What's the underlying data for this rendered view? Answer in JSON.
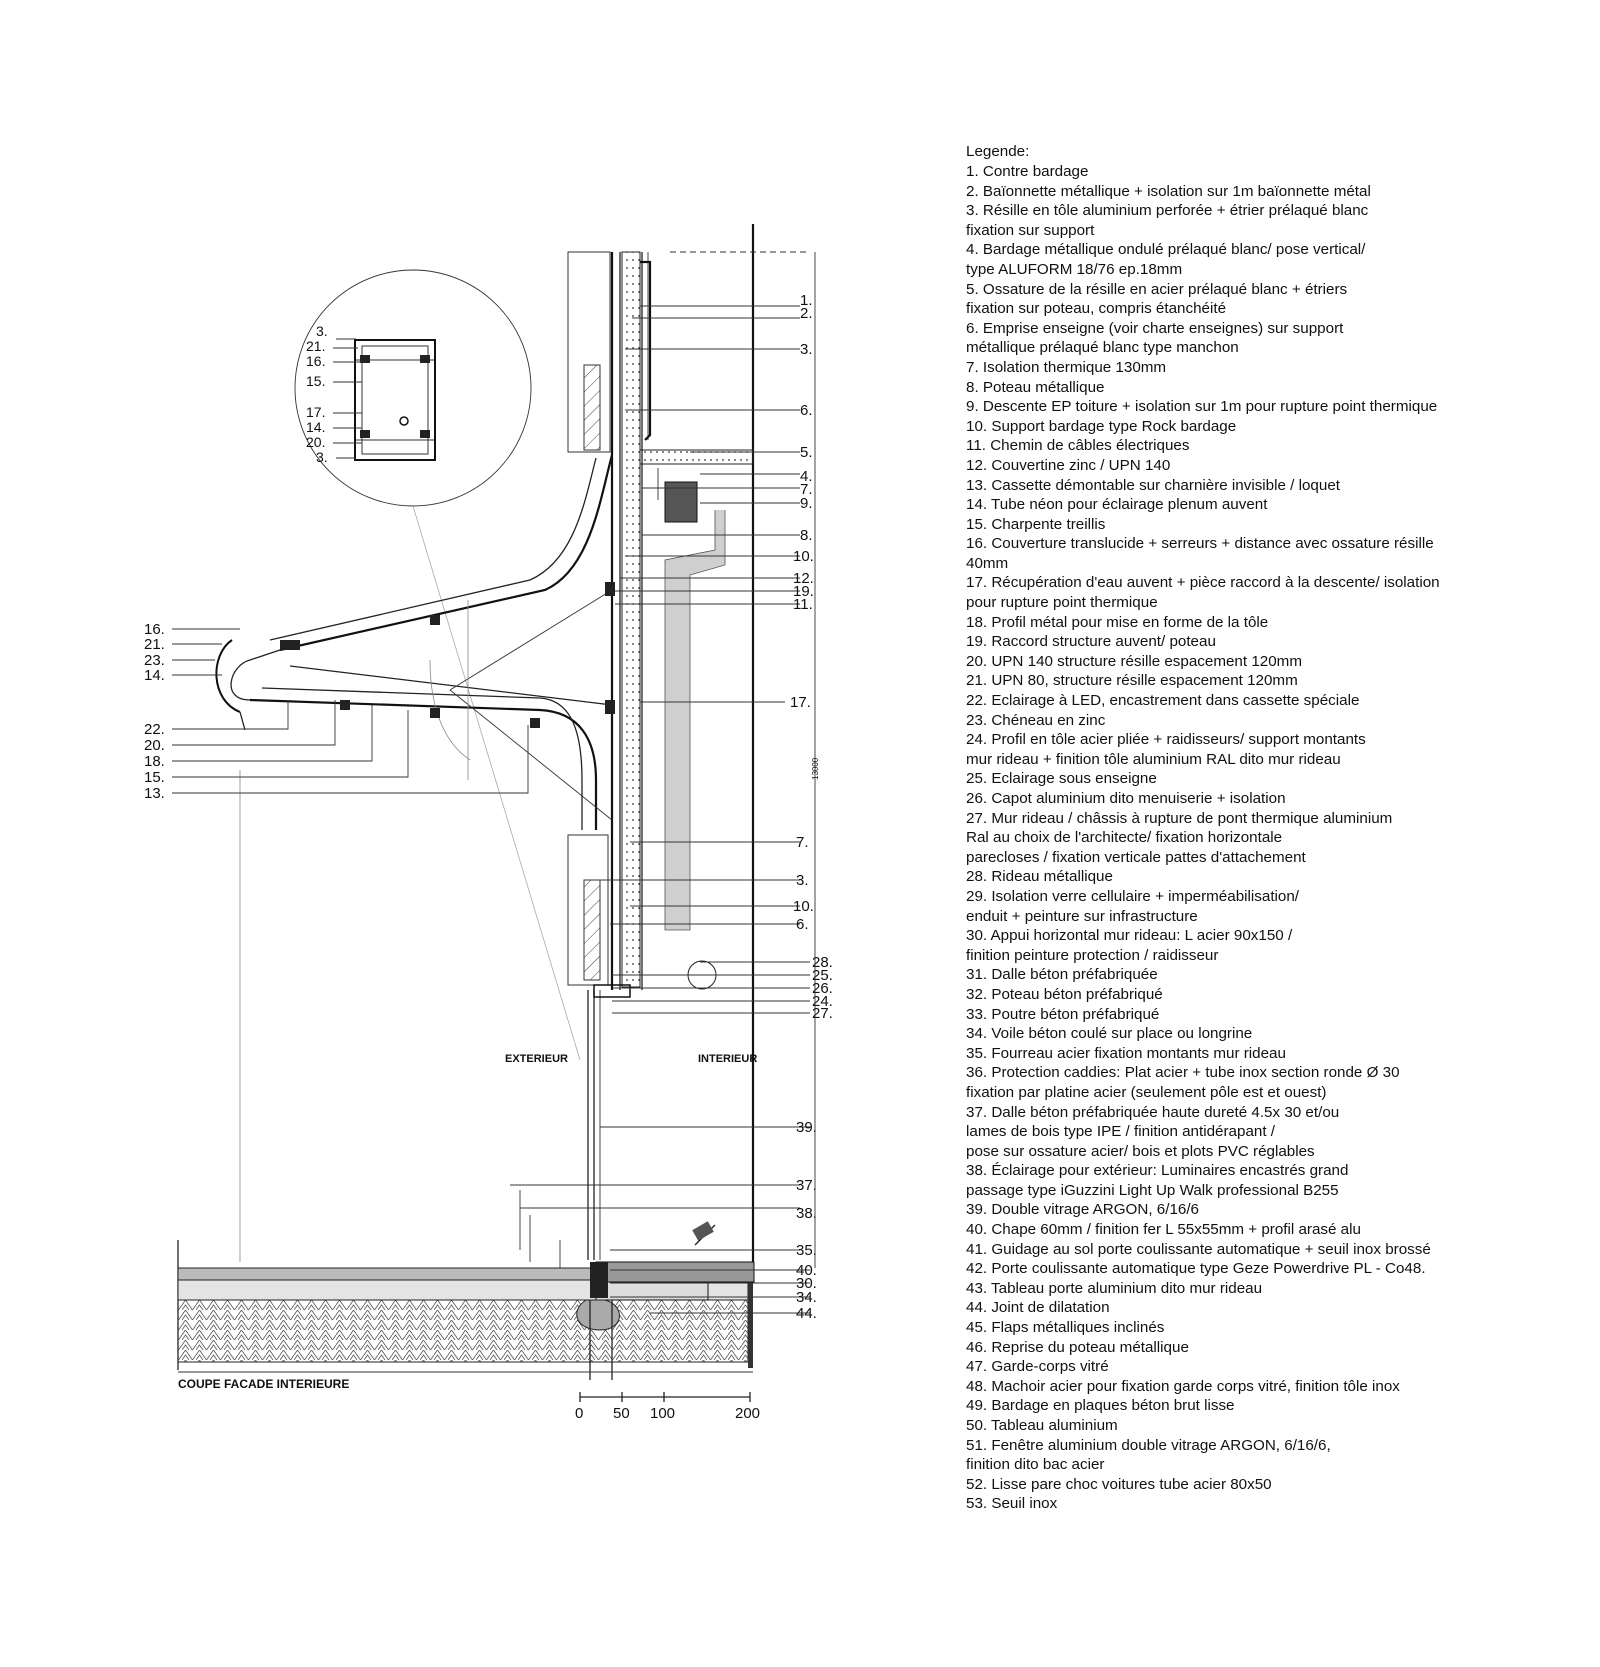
{
  "legend": {
    "title": "Legende:",
    "items": [
      "1. Contre bardage",
      "2. Baïonnette métallique + isolation  sur 1m baïonnette métal",
      "3. Résille en tôle aluminium perforée + étrier prélaqué blanc\n    fixation sur support",
      "4. Bardage métallique ondulé prélaqué blanc/ pose vertical/\n      type ALUFORM 18/76 ep.18mm",
      "5. Ossature de la résille en acier prélaqué blanc  + étriers\n        fixation sur poteau, compris étanchéité",
      "6. Emprise enseigne (voir charte enseignes) sur support\n        métallique prélaqué blanc type manchon",
      "7. Isolation thermique 130mm",
      "8. Poteau métallique",
      "9. Descente EP toiture + isolation  sur 1m pour rupture point thermique",
      "10. Support bardage type Rock bardage",
      "11. Chemin de câbles électriques",
      "12. Couvertine zinc / UPN 140",
      "13. Cassette démontable sur charnière invisible / loquet",
      "14. Tube néon pour éclairage plenum auvent",
      "15. Charpente treillis",
      "16. Couverture translucide + serreurs + distance avec ossature résille\n        40mm",
      "17. Récupération d'eau auvent + pièce raccord à la descente/ isolation\n        pour rupture point  thermique",
      "18. Profil métal pour mise en forme de la tôle",
      "19. Raccord structure auvent/ poteau",
      "20. UPN 140 structure résille espacement 120mm",
      "21. UPN 80, structure résille espacement 120mm",
      "22. Eclairage à LED, encastrement dans cassette spéciale",
      "23. Chéneau en zinc",
      "24. Profil en  tôle acier pliée + raidisseurs/ support montants\n        mur rideau + finition tôle aluminium RAL dito mur rideau",
      "25. Eclairage sous enseigne",
      "26. Capot aluminium dito menuiserie + isolation",
      "27. Mur rideau / châssis  à rupture de pont thermique aluminium\n          Ral au choix de l'architecte/ fixation horizontale\n        parecloses / fixation verticale pattes d'attachement",
      "28. Rideau métallique",
      "29. Isolation verre cellulaire + imperméabilisation/\n        enduit + peinture sur infrastructure",
      "30. Appui horizontal mur rideau: L acier 90x150 /\n        finition peinture protection / raidisseur",
      "31. Dalle béton préfabriquée",
      "32. Poteau béton préfabriqué",
      "33. Poutre béton préfabriqué",
      "34. Voile béton coulé sur place ou longrine",
      "35. Fourreau acier fixation montants mur rideau",
      "36. Protection caddies: Plat acier + tube inox section ronde Ø 30\n          fixation par platine acier (seulement pôle est et ouest)",
      "37. Dalle béton préfabriquée haute dureté 4.5x 30 et/ou\n        lames de bois type IPE / finition antidérapant /\n        pose sur ossature acier/ bois et plots PVC réglables",
      "38.  Éclairage pour extérieur: Luminaires encastrés grand\n       passage type iGuzzini Light Up Walk professional B255",
      "39. Double vitrage ARGON, 6/16/6",
      "40. Chape 60mm / finition fer L 55x55mm + profil arasé alu",
      "41. Guidage au sol porte coulissante automatique + seuil  inox brossé",
      "42. Porte coulissante automatique type Geze Powerdrive PL - Co48.",
      "43. Tableau porte aluminium dito mur rideau",
      "44. Joint de dilatation",
      "45. Flaps métalliques inclinés",
      "46. Reprise du poteau métallique",
      "47. Garde-corps vitré",
      "48. Machoir acier pour fixation garde corps vitré, finition tôle inox",
      "49. Bardage en plaques béton brut lisse",
      "50. Tableau aluminium",
      "51. Fenêtre aluminium double vitrage ARGON, 6/16/6,\n        finition dito bac acier",
      "52. Lisse pare choc voitures tube acier 80x50",
      "53. Seuil inox"
    ]
  },
  "drawing": {
    "title": "COUPE FACADE INTERIEURE",
    "zone_exterior": "EXTERIEUR",
    "zone_interior": "INTERIEUR",
    "detail_callouts": [
      "3.",
      "21.",
      "16.",
      "15.",
      "17.",
      "14.",
      "20.",
      "3."
    ],
    "left_callouts": [
      "16.",
      "21.",
      "23.",
      "14.",
      "22.",
      "20.",
      "18.",
      "15.",
      "13."
    ],
    "right_callouts": [
      "1.",
      "2.",
      "3.",
      "6.",
      "5.",
      "4.",
      "7.",
      "9.",
      "8.",
      "10.",
      "12.",
      "19.",
      "11.",
      "17.",
      "7.",
      "3.",
      "10.",
      "6.",
      "28.",
      "25.",
      "26.",
      "24.",
      "27.",
      "39.",
      "37.",
      "38.",
      "35.",
      "40.",
      "30.",
      "34.",
      "44."
    ],
    "scale_bar": [
      "0",
      "50",
      "100",
      "200"
    ],
    "dimension_text": "13000"
  }
}
